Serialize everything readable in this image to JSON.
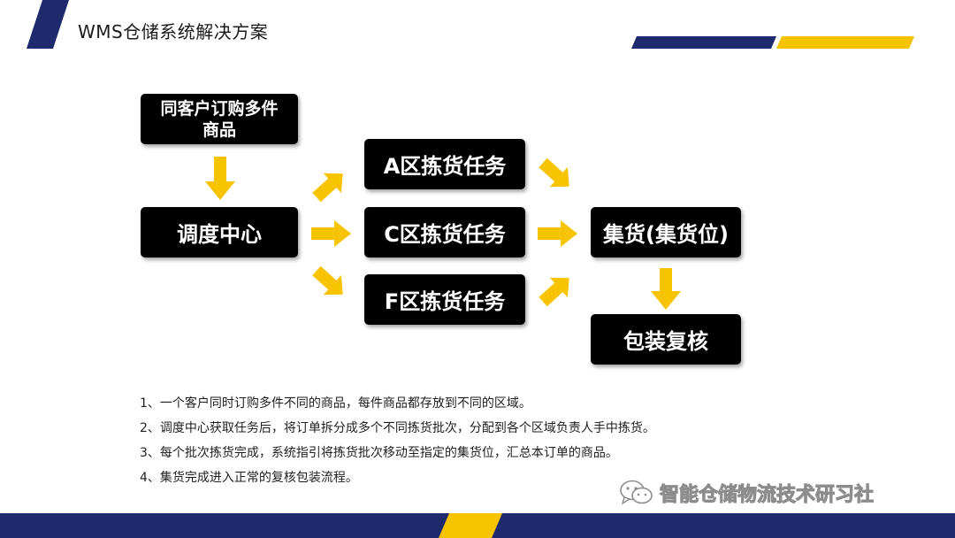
{
  "header": {
    "title": "WMS仓储系统解决方案"
  },
  "colors": {
    "navy": "#1e2a6b",
    "yellow": "#f8c300",
    "box": "#000000"
  },
  "flow": {
    "order": "同客户订购多件商品",
    "order_line1": "同客户订购多件",
    "order_line2": "商品",
    "dispatch": "调度中心",
    "pick_a": "A区拣货任务",
    "pick_c": "C区拣货任务",
    "pick_f": "F区拣货任务",
    "consolidate": "集货(集货位)",
    "pack": "包装复核"
  },
  "notes": [
    "1、一个客户同时订购多件不同的商品，每件商品都存放到不同的区域。",
    "2、调度中心获取任务后，将订单拆分成多个不同拣货批次，分配到各个区域负责人手中拣货。",
    "3、每个批次拣货完成，系统指引将拣货批次移动至指定的集货位，汇总本订单的商品。",
    "4、集货完成进入正常的复核包装流程。"
  ],
  "watermark": {
    "text": "智能仓储物流技术研习社",
    "icon": "wechat-icon"
  }
}
